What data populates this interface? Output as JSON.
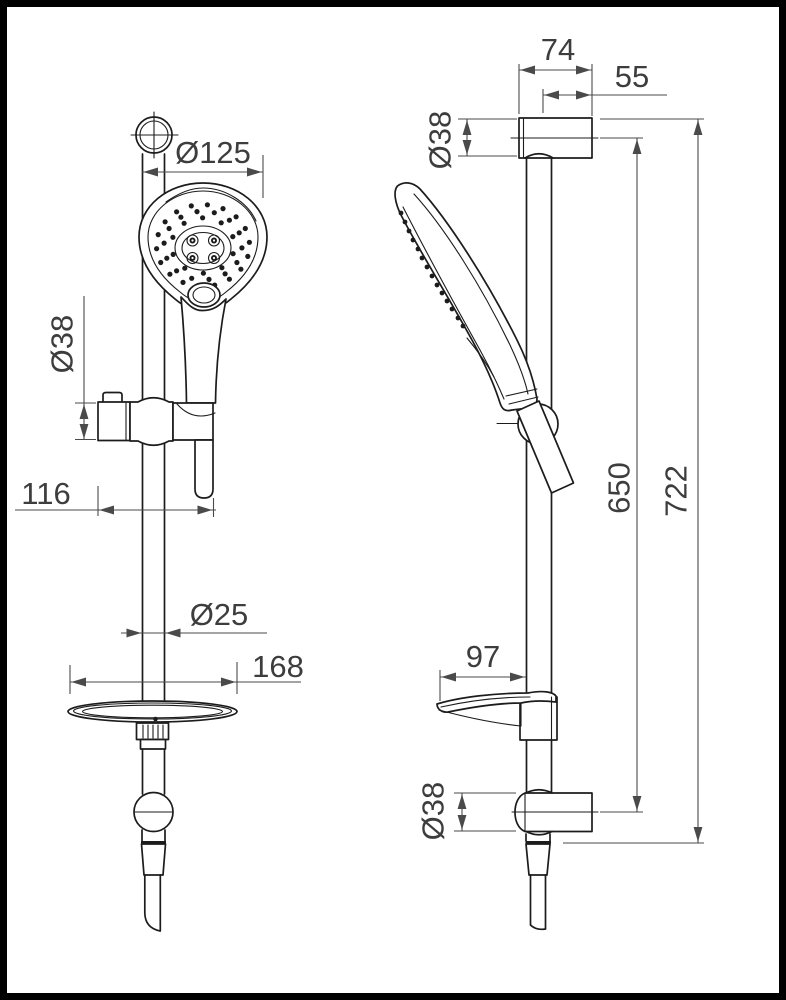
{
  "colors": {
    "background": "#ffffff",
    "part_line": "#1c1c1c",
    "dimension_line": "#4a4a4a",
    "text": "#3d3d3d",
    "page_frame": "#000000"
  },
  "front_view": {
    "dimensions": {
      "head_diameter": {
        "label": "Ø125"
      },
      "holder_diameter": {
        "label": "Ø38"
      },
      "holder_width": {
        "label": "116"
      },
      "bar_diameter": {
        "label": "Ø25"
      },
      "dish_width": {
        "label": "168"
      }
    }
  },
  "side_view": {
    "dimensions": {
      "bracket_width": {
        "label": "74"
      },
      "bar_to_wall": {
        "label": "55"
      },
      "top_bracket_diameter": {
        "label": "Ø38"
      },
      "rail_length": {
        "label": "650"
      },
      "overall_height": {
        "label": "722"
      },
      "dish_depth": {
        "label": "97"
      },
      "bottom_bracket_diameter": {
        "label": "Ø38"
      }
    }
  }
}
